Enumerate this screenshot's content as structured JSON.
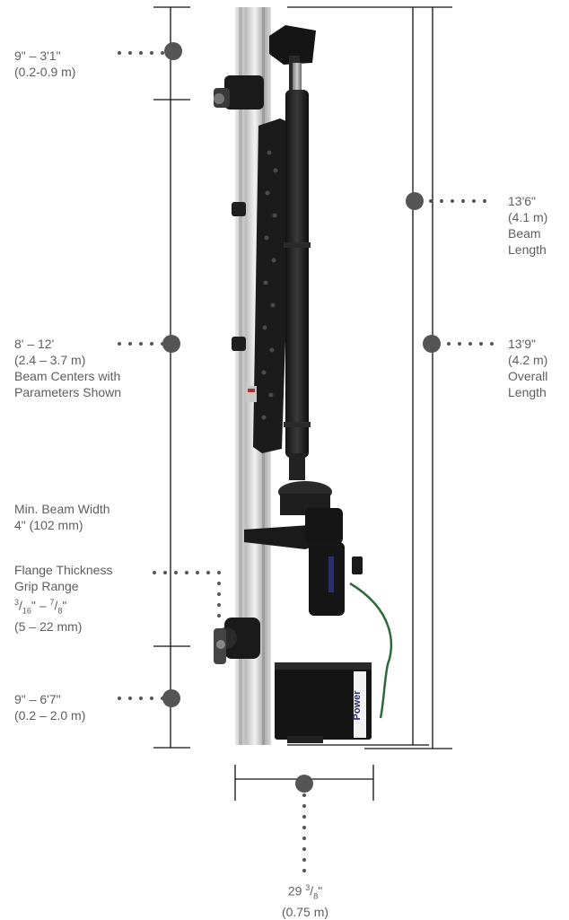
{
  "colors": {
    "line": "#111111",
    "dot": "#555555",
    "text": "#5e5e5e",
    "rail": "#c9c9c9",
    "machine": "#1c1c1c",
    "motor_blue": "#2a2f6e",
    "cable": "#2e6b3a"
  },
  "brand": {
    "logo_text": "Power"
  },
  "labels": {
    "top_clamp": {
      "line1": "9\" – 3'1\"",
      "line2": "(0.2-0.9 m)"
    },
    "beam_centers": {
      "line1": "8' – 12'",
      "line2": "(2.4 – 3.7 m)",
      "line3": "Beam Centers with",
      "line4": "Parameters Shown"
    },
    "min_width": {
      "line1": "Min. Beam Width",
      "line2": "4\" (102 mm)"
    },
    "flange": {
      "line1": "Flange Thickness",
      "line2": "Grip Range",
      "range_a_num": "3",
      "range_a_den": "16",
      "range_sep": "\" – ",
      "range_b_num": "7",
      "range_b_den": "8",
      "range_end": "\"",
      "line4": "(5 – 22 mm)"
    },
    "bottom_clamp": {
      "line1": "9\" – 6'7\"",
      "line2": "(0.2 – 2.0 m)"
    },
    "beam_length": {
      "line1": "13'6\"",
      "line2": "(4.1 m)",
      "line3": "Beam",
      "line4": "Length"
    },
    "overall_length": {
      "line1": "13'9\"",
      "line2": "(4.2 m)",
      "line3": "Overall",
      "line4": "Length"
    },
    "width": {
      "line1_int": "29 ",
      "line1_num": "3",
      "line1_den": "8",
      "line1_end": "\"",
      "line2": "(0.75 m)"
    }
  }
}
